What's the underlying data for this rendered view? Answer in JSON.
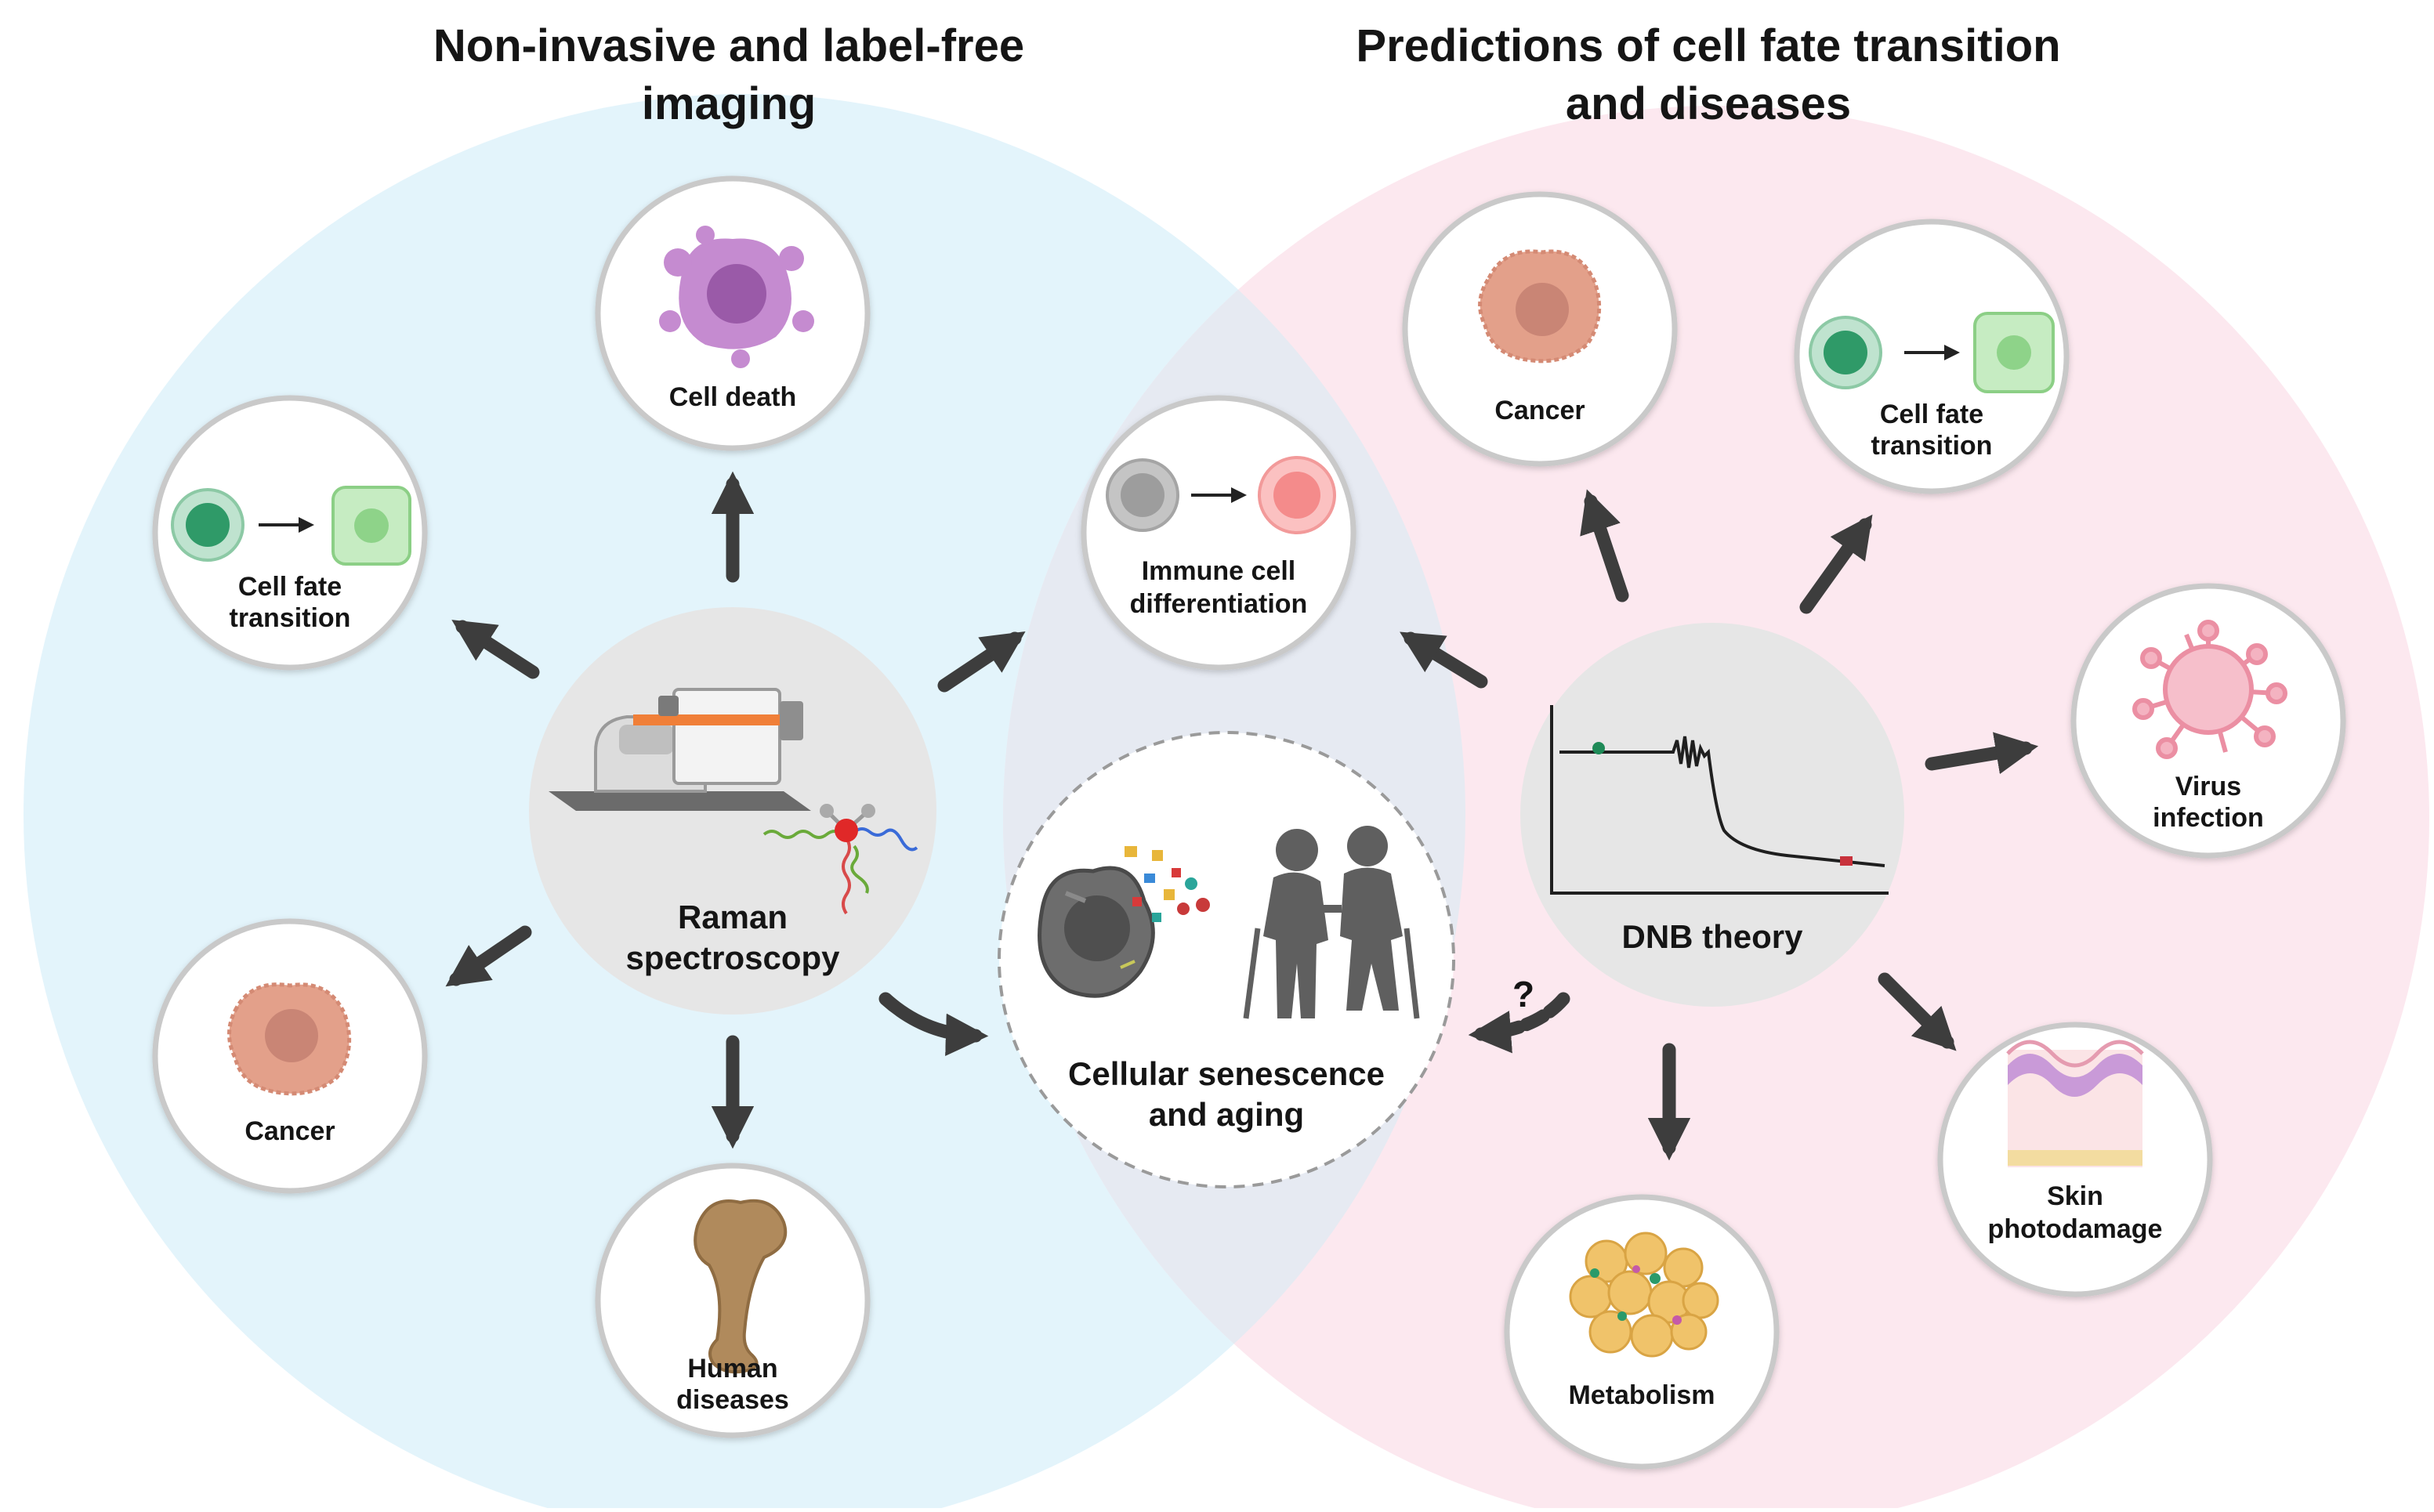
{
  "titles": {
    "left": "Non-invasive and label-free\nimaging",
    "right": "Predictions of cell fate transition\nand diseases"
  },
  "hubs": {
    "raman": {
      "line1": "Raman",
      "line2": "spectroscopy"
    },
    "dnb": {
      "label": "DNB theory"
    },
    "senescence": {
      "line1": "Cellular senescence",
      "line2": "and aging"
    }
  },
  "left_nodes": {
    "cell_death": "Cell death",
    "cell_fate": {
      "line1": "Cell fate",
      "line2": "transition"
    },
    "cancer": "Cancer",
    "human_diseases": {
      "line1": "Human",
      "line2": "diseases"
    }
  },
  "shared_nodes": {
    "immune": {
      "line1": "Immune cell",
      "line2": "differentiation"
    }
  },
  "right_nodes": {
    "cancer": "Cancer",
    "cell_fate": {
      "line1": "Cell fate",
      "line2": "transition"
    },
    "virus": {
      "line1": "Virus",
      "line2": "infection"
    },
    "skin": {
      "line1": "Skin",
      "line2": "photodamage"
    },
    "metabolism": "Metabolism"
  },
  "question_mark": "?",
  "colors": {
    "left_region": "#e3f4fb",
    "right_region": "#fce8ef",
    "overlap": "#e6eaf2",
    "arrow": "#3d3d3d",
    "hub": "#e6e6e6",
    "node_ring": "#c9c9c9"
  },
  "icons": [
    "spectrometer-icon",
    "molecule-icon",
    "graph-icon",
    "cell-icon",
    "bone-icon",
    "virus-icon",
    "skin-icon",
    "fat-tissue-icon",
    "elderly-couple-icon"
  ]
}
